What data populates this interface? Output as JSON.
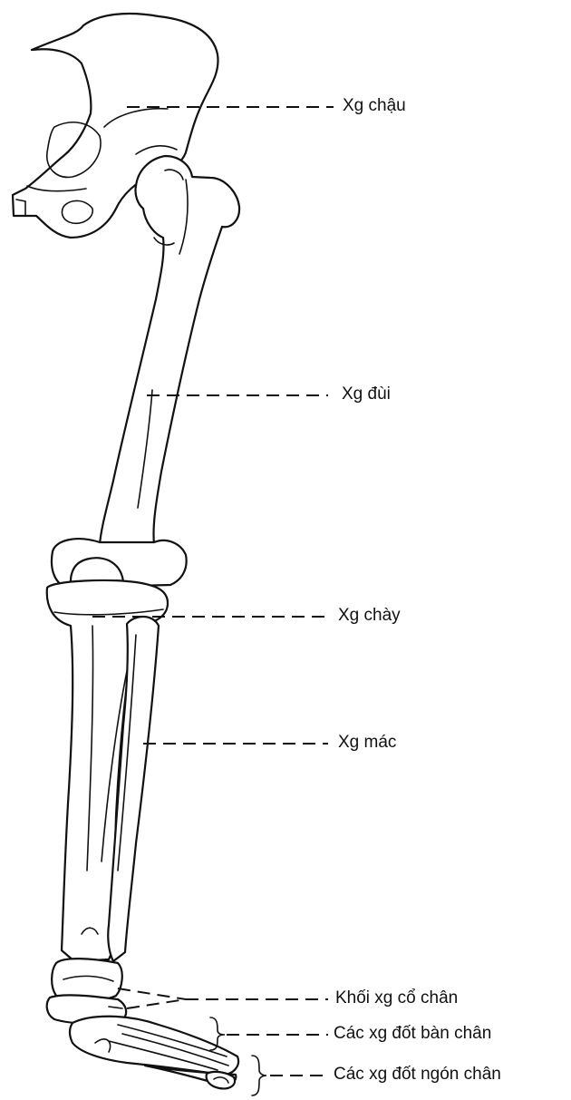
{
  "labels": {
    "pelvis": "Xg chậu",
    "femur": "Xg đùi",
    "tibia": "Xg chày",
    "fibula": "Xg mác",
    "tarsals": "Khối xg cổ chân",
    "metatarsals": "Các xg đốt bàn chân",
    "phalanges": "Các xg đốt ngón chân"
  },
  "colors": {
    "line": "#111111",
    "background": "#ffffff"
  }
}
